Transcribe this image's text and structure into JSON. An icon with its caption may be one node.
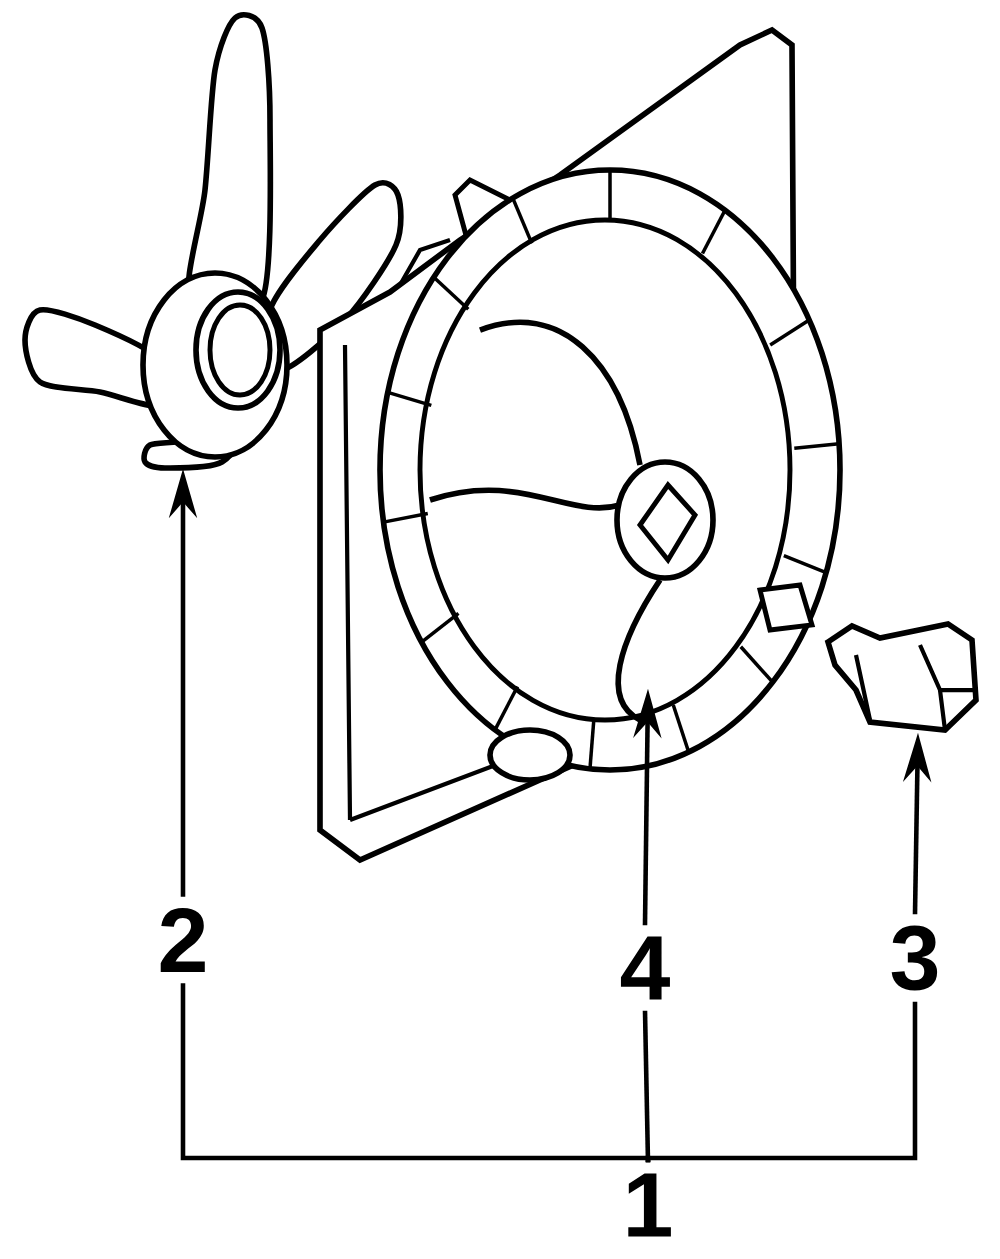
{
  "diagram": {
    "nodes": [
      {
        "text": [],
        "shape": "picture"
      },
      {
        "text": [],
        "shape": "picture"
      },
      {
        "text": [],
        "shape": "picture"
      },
      {
        "text": [
          "2"
        ]
      },
      {
        "text": [
          "4"
        ]
      },
      {
        "text": [
          "3"
        ]
      },
      {
        "text": [
          "1"
        ]
      }
    ],
    "edges": [
      {
        "from": 3,
        "to": 0,
        "arrow": "to"
      },
      {
        "from": 4,
        "to": 1,
        "arrow": "to"
      },
      {
        "from": 5,
        "to": 2,
        "arrow": "to"
      },
      {
        "from": 6,
        "to": 3,
        "arrow": "none"
      },
      {
        "from": 6,
        "to": 4,
        "arrow": "none"
      },
      {
        "from": 6,
        "to": 5,
        "arrow": "none"
      }
    ]
  }
}
